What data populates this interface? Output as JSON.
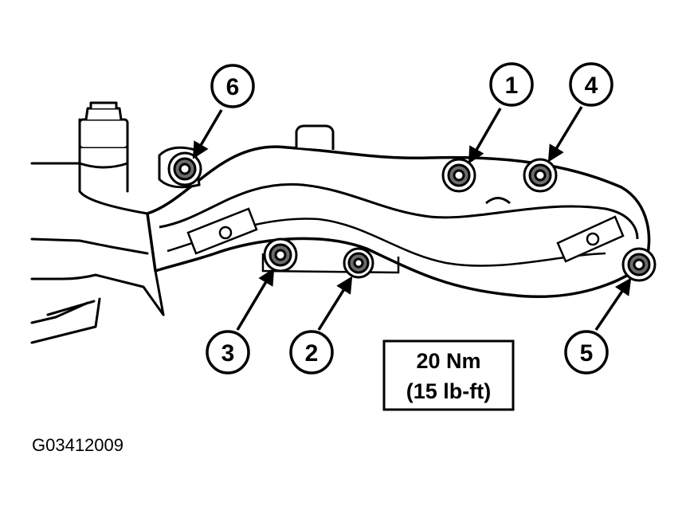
{
  "callouts": [
    {
      "label": "1"
    },
    {
      "label": "2"
    },
    {
      "label": "3"
    },
    {
      "label": "4"
    },
    {
      "label": "5"
    },
    {
      "label": "6"
    }
  ],
  "torque_spec": {
    "line1": "20 Nm",
    "line2": "(15 lb-ft)"
  },
  "figure_code": "G03412009",
  "colors": {
    "ink": "#000000",
    "paper": "#ffffff",
    "shade": "#6b6b6b"
  }
}
